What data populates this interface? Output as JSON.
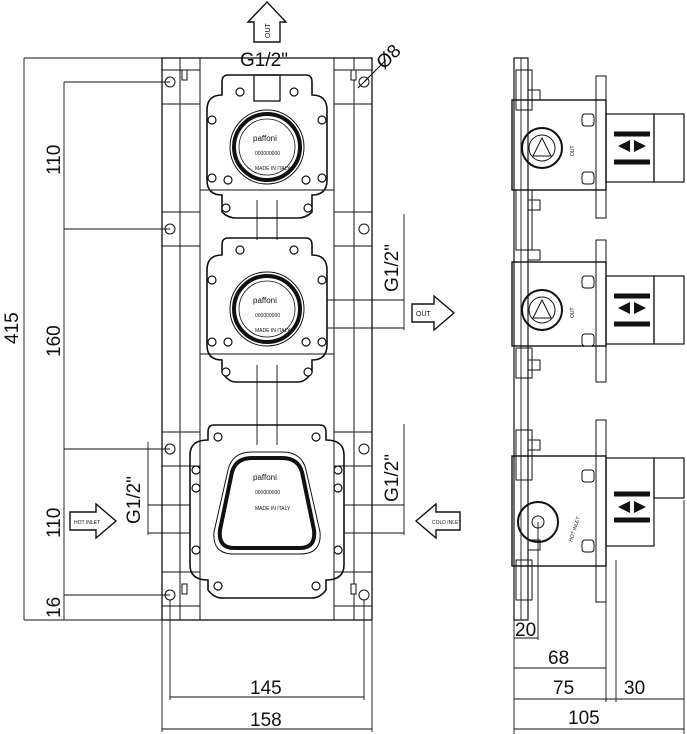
{
  "front_view": {
    "dimensions": {
      "overall_height": "415",
      "upper_spacing": "110",
      "middle_spacing": "160",
      "lower_spacing": "110",
      "bottom_offset": "16",
      "inner_width": "145",
      "overall_width": "158"
    },
    "labels": {
      "thread_top": "G1/2\"",
      "hole_diameter": "Ø8",
      "thread_middle": "G1/2\"",
      "thread_lower_right": "G1/2\"",
      "thread_lower_left": "G1/2\"",
      "arrow_top": "OUT",
      "arrow_middle": "OUT",
      "arrow_hot": "HOT INLET",
      "arrow_cold": "COLD INLET"
    },
    "stamps": {
      "brand": "paffoni",
      "code": "000000000",
      "origin": "MADE IN ITALY"
    }
  },
  "side_view": {
    "dimensions": {
      "stem_offset": "20",
      "body_depth_inner": "68",
      "body_depth": "75",
      "cap_depth": "30",
      "overall_depth": "105"
    },
    "labels": {
      "out_upper": "OUT",
      "out_middle": "OUT",
      "hot_inlet": "HOT INLET"
    }
  }
}
